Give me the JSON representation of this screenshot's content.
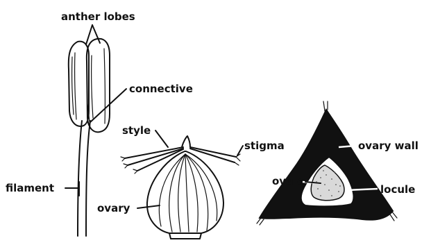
{
  "labels": {
    "anther_lobes": "anther lobes",
    "connective": "connective",
    "filament": "filament",
    "style": "style",
    "ovary": "ovary",
    "stigma": "stigma",
    "ovary_wall": "ovary wall",
    "ovule": "ovule",
    "locule": "locule"
  },
  "colors": {
    "ink": "#111111",
    "background": "#ffffff"
  }
}
